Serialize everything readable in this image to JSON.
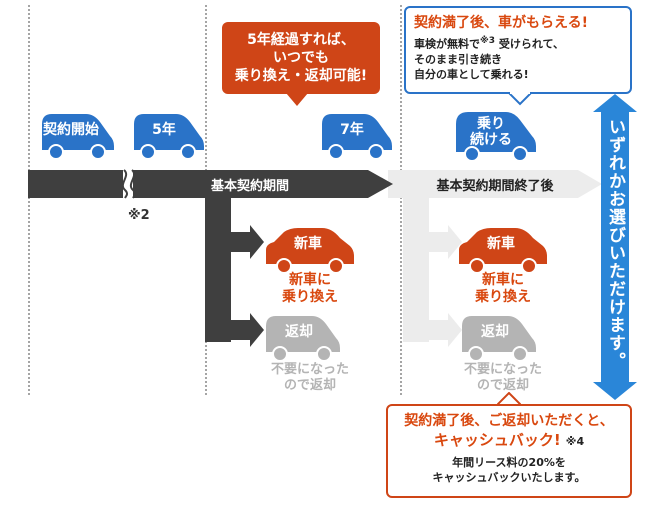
{
  "timeline": {
    "contract_start": "契約開始",
    "year5": "5年",
    "year7": "7年",
    "continue": "乗り\n続ける",
    "bar_label": "基本契約期間",
    "bar_end_label": "基本契約期間終了後",
    "footnote2": "※2"
  },
  "callout_5year": "5年経過すれば、\nいつでも\n乗り換え・返却可能!",
  "info_box": {
    "title": "契約満了後、車がもらえる!",
    "line1_a": "車検が無料で",
    "line1_note": "※3",
    "line1_b": " 受けられて、",
    "line2": "そのまま引き続き",
    "line3": "自分の車として乗れる!"
  },
  "branch_mid": {
    "new_car": "新車",
    "new_car_text": "新車に\n乗り換え",
    "return": "返却",
    "return_text": "不要になった\nので返却"
  },
  "branch_end": {
    "new_car": "新車",
    "new_car_text": "新車に\n乗り換え",
    "return": "返却",
    "return_text": "不要になった\nので返却"
  },
  "vertical_banner": "いずれかお選びいただけます。",
  "cashback_box": {
    "title1": "契約満了後、ご返却いただくと、",
    "title2": "キャッシュバック!",
    "note": "※4",
    "line1": "年間リース料の20%を",
    "line2": "キャッシュバックいたします。"
  },
  "colors": {
    "blue": "#2a73c8",
    "red": "#cf4517",
    "dark": "#3f3f3f",
    "gray": "#c8c8c8"
  }
}
